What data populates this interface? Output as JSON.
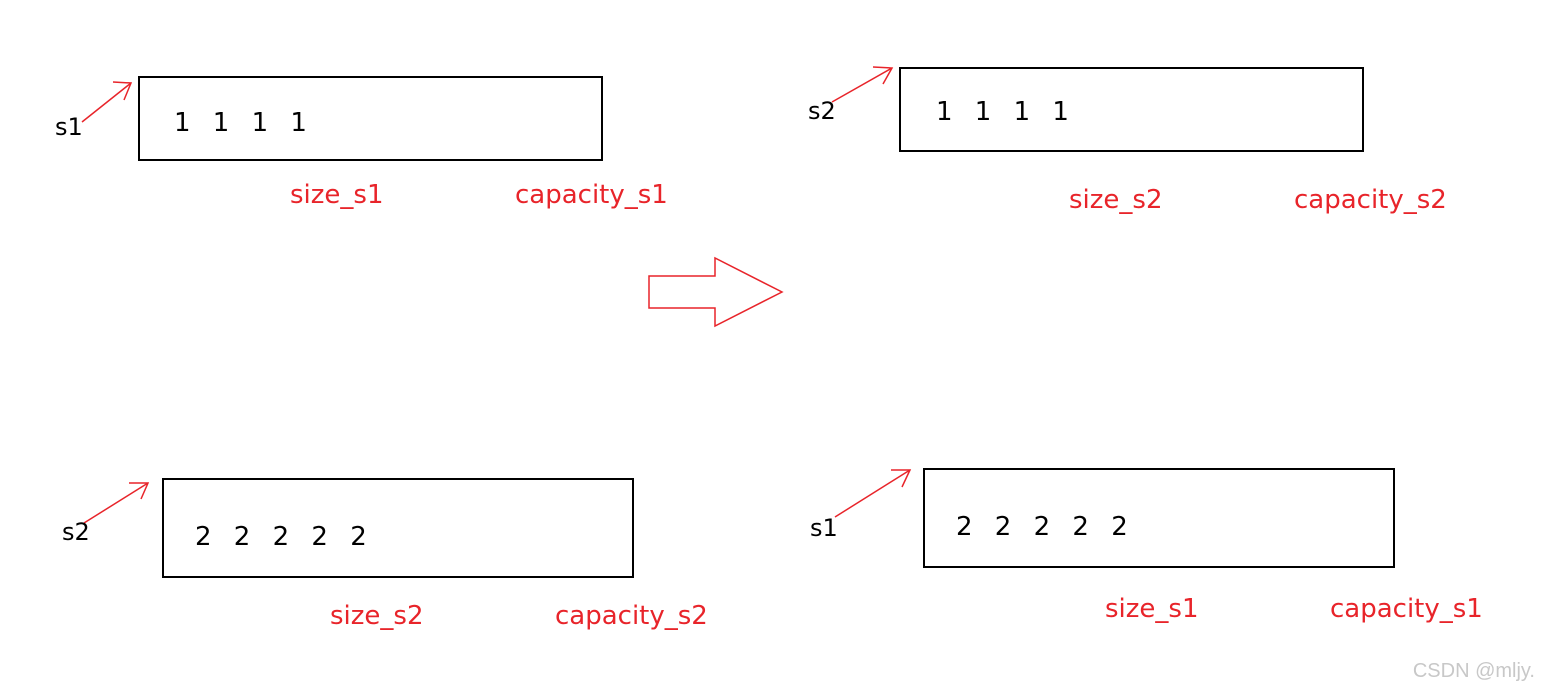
{
  "panels": {
    "before_top": {
      "pointer": "s1",
      "values": "1 1 1 1",
      "size_label": "size_s1",
      "capacity_label": "capacity_s1"
    },
    "after_top": {
      "pointer": "s2",
      "values": "1 1 1 1",
      "size_label": "size_s2",
      "capacity_label": "capacity_s2"
    },
    "before_bottom": {
      "pointer": "s2",
      "values": "2 2 2 2 2",
      "size_label": "size_s2",
      "capacity_label": "capacity_s2"
    },
    "after_bottom": {
      "pointer": "s1",
      "values": "2 2 2 2 2",
      "size_label": "size_s1",
      "capacity_label": "capacity_s1"
    }
  },
  "watermark": "CSDN @mljy.",
  "colors": {
    "label": "#e8242a",
    "arrow": "#e8242a",
    "box": "#000000"
  }
}
